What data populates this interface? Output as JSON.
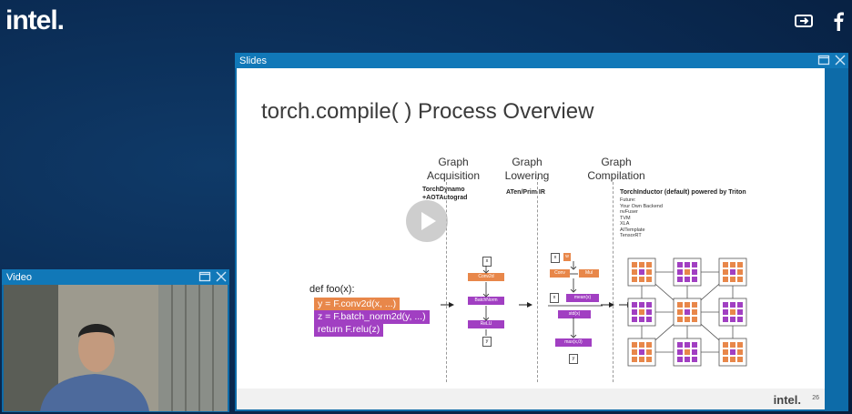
{
  "brand": {
    "logo": "intel."
  },
  "top_icons": [
    "share-icon",
    "facebook-icon"
  ],
  "slides_panel": {
    "title": "Slides"
  },
  "video_panel": {
    "title": "Video"
  },
  "slide": {
    "title": "torch.compile( ) Process Overview",
    "stages": [
      {
        "heading": "Graph\nAcquisition",
        "sub": "TorchDynamo\n+AOTAutograd"
      },
      {
        "heading": "Graph\nLowering",
        "sub": "ATen/Prim IR"
      },
      {
        "heading": "Graph\nCompilation",
        "sub": "TorchInductor (default) powered by Triton",
        "list": [
          "Future:",
          "Your Own Backend",
          "nvFuser",
          "TVM",
          "XLA",
          "AITemplate",
          "TensorRT"
        ]
      }
    ],
    "code": {
      "signature": "def foo(x):",
      "lines": [
        "y = F.conv2d(x, ...)",
        "z = F.batch_norm2d(y, ...)",
        "return F.relu(z)"
      ]
    },
    "graph1": {
      "input": "x",
      "nodes": [
        "Conv2d",
        "BatchNorm",
        "ReLU"
      ],
      "output": "y"
    },
    "graph2": {
      "inputs": [
        "x",
        "w"
      ],
      "row1": [
        "Conv",
        "Mul"
      ],
      "row2": [
        "x",
        "mean(x)"
      ],
      "row3": "std(x)",
      "row4": "max(x,0)",
      "output": "y"
    },
    "footer_logo": "intel.",
    "page_number": "26"
  },
  "colors": {
    "orange": "#e8874a",
    "purple": "#a13fc2",
    "panel_blue": "#0d6ba8"
  }
}
